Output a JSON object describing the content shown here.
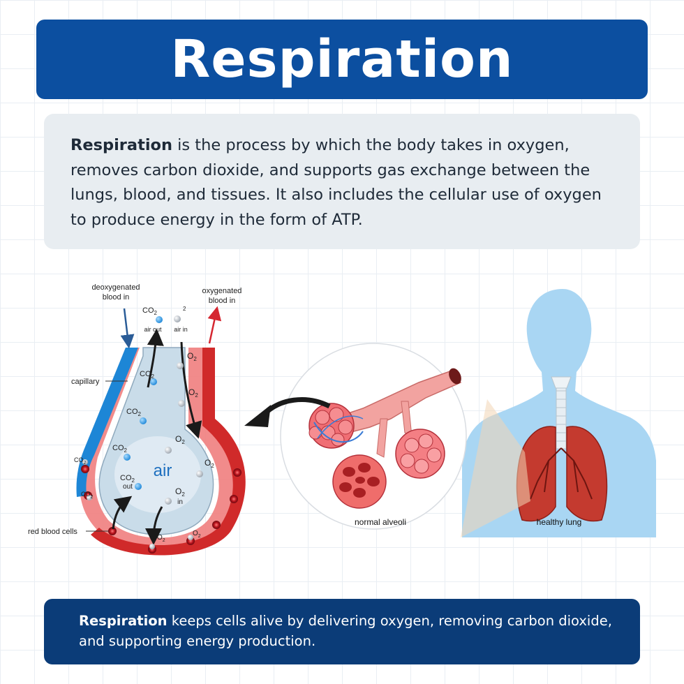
{
  "title": "Respiration",
  "definition": {
    "term": "Respiration",
    "text": " is the process by which the body takes in oxygen, removes carbon dioxide, and supports gas exchange between the lungs, blood, and tissues. It also includes the cellular use of oxygen to produce energy in the form of ATP."
  },
  "diagram": {
    "deoxygenated_line1": "deoxygenated",
    "deoxygenated_line2": "blood in",
    "oxygenated_line1": "oxygenated",
    "oxygenated_line2": "blood in",
    "capillary": "capillary",
    "red_blood_cells": "red blood cells",
    "air": "air",
    "air_out": "air out",
    "air_in": "air in",
    "out": "out",
    "in": "in",
    "co2": "CO",
    "o2": "O",
    "sub2": "2",
    "normal_alveoli": "normal alveoli",
    "healthy_lung": "healthy lung"
  },
  "summary": {
    "term": "Respiration",
    "text": " keeps cells alive by delivering oxygen, removing carbon dioxide, and supporting energy production."
  },
  "colors": {
    "banner": "#0c4fa0",
    "summary_bg": "#0b3c78",
    "definition_bg": "#e8edf1",
    "blood_red": "#c8232c",
    "vessel_blue": "#1e88d8",
    "lung": "#c0392b",
    "body_silhouette": "#a7d5f2"
  }
}
